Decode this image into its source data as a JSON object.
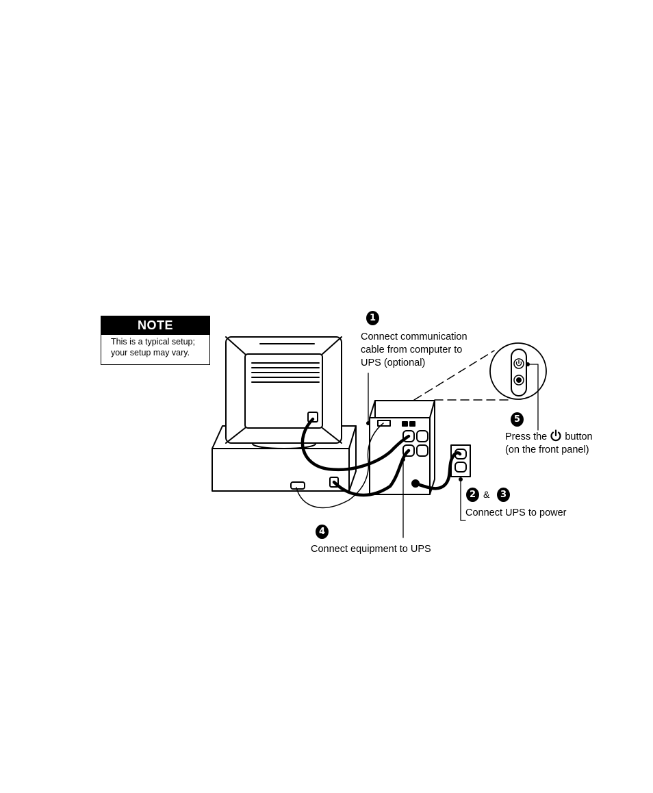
{
  "note": {
    "title": "NOTE",
    "line1": "This is a typical setup;",
    "line2": "your setup may vary."
  },
  "steps": {
    "step1": {
      "number": "1",
      "line1": "Connect communication",
      "line2": "cable from computer to",
      "line3": "UPS (optional)"
    },
    "step2": {
      "number": "2"
    },
    "step3": {
      "number": "3"
    },
    "step23_joiner": "&",
    "step23_text": "Connect UPS to power",
    "step4": {
      "number": "4",
      "text": "Connect equipment to UPS"
    },
    "step5": {
      "number": "5",
      "prefix": "Press the",
      "icon": "power-icon",
      "suffix": "button",
      "line2": "(on the front panel)"
    }
  }
}
